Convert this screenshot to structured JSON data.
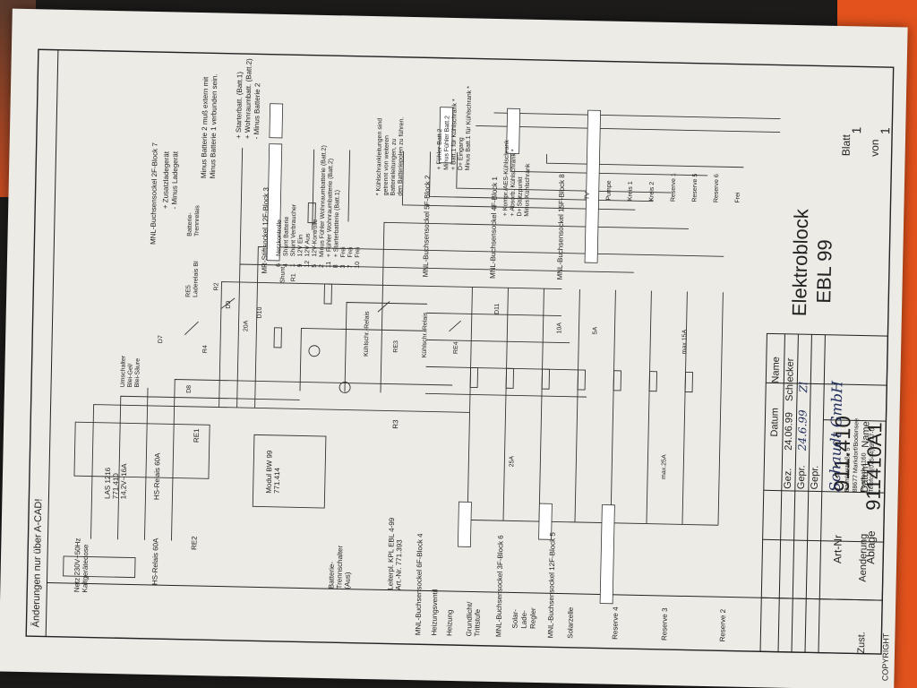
{
  "document": {
    "title_block": {
      "title": "Elektroblock",
      "model": "EBL 99",
      "art_nr_label": "Art-Nr",
      "art_nr": "911.410",
      "ablage_label": "Ablage",
      "ablage": "911410A1",
      "blatt_label": "Blatt",
      "blatt": "1",
      "von_label": "von",
      "von": "1",
      "datum_header": "Datum",
      "name_header": "Name",
      "gez_label": "Gez.",
      "gez_datum": "24.06.99",
      "gez_name": "Schlecker",
      "gepr1_label": "Gepr.",
      "gepr1_datum": "24.6.99",
      "gepr1_name": "Zl",
      "gepr2_label": "Gepr.",
      "company": "Schaudt GmbH",
      "address_1": "Daimlerstraße 5",
      "address_2": "88677 Markdorf/Bodensee",
      "address_3": "Postfach 1160",
      "address_4": "Telefon (07544) 9577-0"
    },
    "revision": {
      "zust_label": "Zust.",
      "aenderung_label": "Aenderung",
      "datum_label": "Datum",
      "name_label": "Name",
      "note": "Änderungen nur über A-CAD!"
    },
    "copyright": "COPYRIGHT",
    "left_panel": {
      "mains_1": "Netz 230V~50Hz",
      "mains_2": "Kaltgerätedose",
      "charger_1": "LAS 1216",
      "charger_2": "771.410",
      "charger_3": "14,2V~16A",
      "hs_relais_1": "HS-Relais 60A",
      "hs_relais_2": "HS-Relais 60A",
      "re1": "RE1",
      "re2": "RE2",
      "modul_1": "Modul BW 99",
      "modul_2": "771.414",
      "r3": "R3",
      "battery_1": "Batterie-",
      "battery_2": "Trennschalter",
      "battery_3": "(Aus)",
      "leiterpl_1": "Leiterpl. KPL EBL 4-99",
      "leiterpl_2": "Art.-Nr. 771.393",
      "umschalter_1": "Umschalter",
      "umschalter_2": "Blei-Gel/",
      "umschalter_3": "Blei-Säure"
    },
    "block4": {
      "header": "MNL-Buchsensockel 6F-Block 4",
      "rows": [
        "Heizungsventil",
        "Heizung",
        "Grundlicht/",
        "Trittstufe"
      ]
    },
    "block6": {
      "header": "MNL-Buchsensockel 3F-Block 6",
      "rows": [
        "Solar-",
        "Lade-",
        "Regler"
      ]
    },
    "block5": {
      "header": "MNL-Buchsensockel 12F-Block 5",
      "rows": [
        "Solarzelle",
        "Reserve 4",
        "Reserve 3",
        "Reserve 2"
      ]
    },
    "center": {
      "re5": "RE5",
      "lade": "Laderelais BI",
      "d7": "D7",
      "d8": "D8",
      "d9": "D9",
      "d10": "D10",
      "d11": "D11",
      "r1": "R1",
      "r2": "R2",
      "r4": "R4",
      "re3": "RE3",
      "re4": "RE4",
      "kuehl_1": "Kühlschr.-Relais",
      "kuehl_2": "Kühlschr.-Relais",
      "fuse_20a": "20A",
      "fuse_10a": "10A",
      "fuse_5a": "5A",
      "fuse_25a": "25A",
      "fuse_max15a": "max.15A",
      "fuse_max25a": "max.25A",
      "shunt": "Shunt"
    },
    "right_blocks": {
      "block7_header": "MNL-Buchsensockel 2F-Block 7",
      "block7_rows": [
        "+ Zusatzladegerät",
        "- Minus Ladegerät"
      ],
      "trennrelais_1": "Batterie-",
      "trennrelais_2": "Trennrelais",
      "note_1": "Minus Batterie 2 muß extern mit",
      "note_2": "Minus Batterie 1 verbunden sein.",
      "fuses_1": "+ Starterbatt. (Batt.1)",
      "fuses_2": "+ Wohnraumbatt. (Batt.2)",
      "fuses_3": "- Minus Batterie 2",
      "block3_header": "MR-Stiftsockel 12F-Block 3",
      "block3_rows": [
        "Netzkontrolle",
        "Shunt Batterie",
        "Shunt Verbraucher",
        "12V Ein",
        "12V Aus",
        "12V-Kontrolle",
        "Minus Fühler Wohnraumbatterie (Batt.2)",
        "+ Fühler Wohnraumbatterie (Batt.2)",
        "+ Starterbatterie (Batt.1)",
        "Frei",
        "Frei",
        "Frei"
      ],
      "block3_pins": [
        "6",
        "4",
        "1",
        "9",
        "12",
        "5",
        "2",
        "11",
        "8",
        "3",
        "7",
        "10"
      ],
      "star_note_1": "* Kühlschrankleitungen sind",
      "star_note_2": "getrennt von weiteren",
      "star_note_3": "Batterieleitungen, zu",
      "star_note_4": "den Batteriepolen zu führen.",
      "block2_header": "MNL-Buchsensockel 5F-Block 2",
      "block2_rows": [
        "+ Fühler Batt.2",
        "Minus Fühler Batt.2",
        "+ Batt.1 für Kühlschrank *",
        "D+ Eingang",
        "Minus Batt.1 für Kühlschrank *"
      ],
      "block1_header": "MNL-Buchsensockel 4F-Block 1",
      "block1_rows": [
        "+ Kompr./AES-Kühlschrank",
        "+ Absorb. Kühlschrank *",
        "D+ Stützpunkt",
        "Minus Kühlschrank"
      ],
      "block8_header": "MNL-Buchsensockel 15F-Block 8",
      "block8_rows": [
        "TV",
        "Pumpe",
        "Kreis 1",
        "Kreis 2",
        "Reserve 1",
        "Reserve 5",
        "Reserve 6",
        "Frei"
      ]
    }
  }
}
